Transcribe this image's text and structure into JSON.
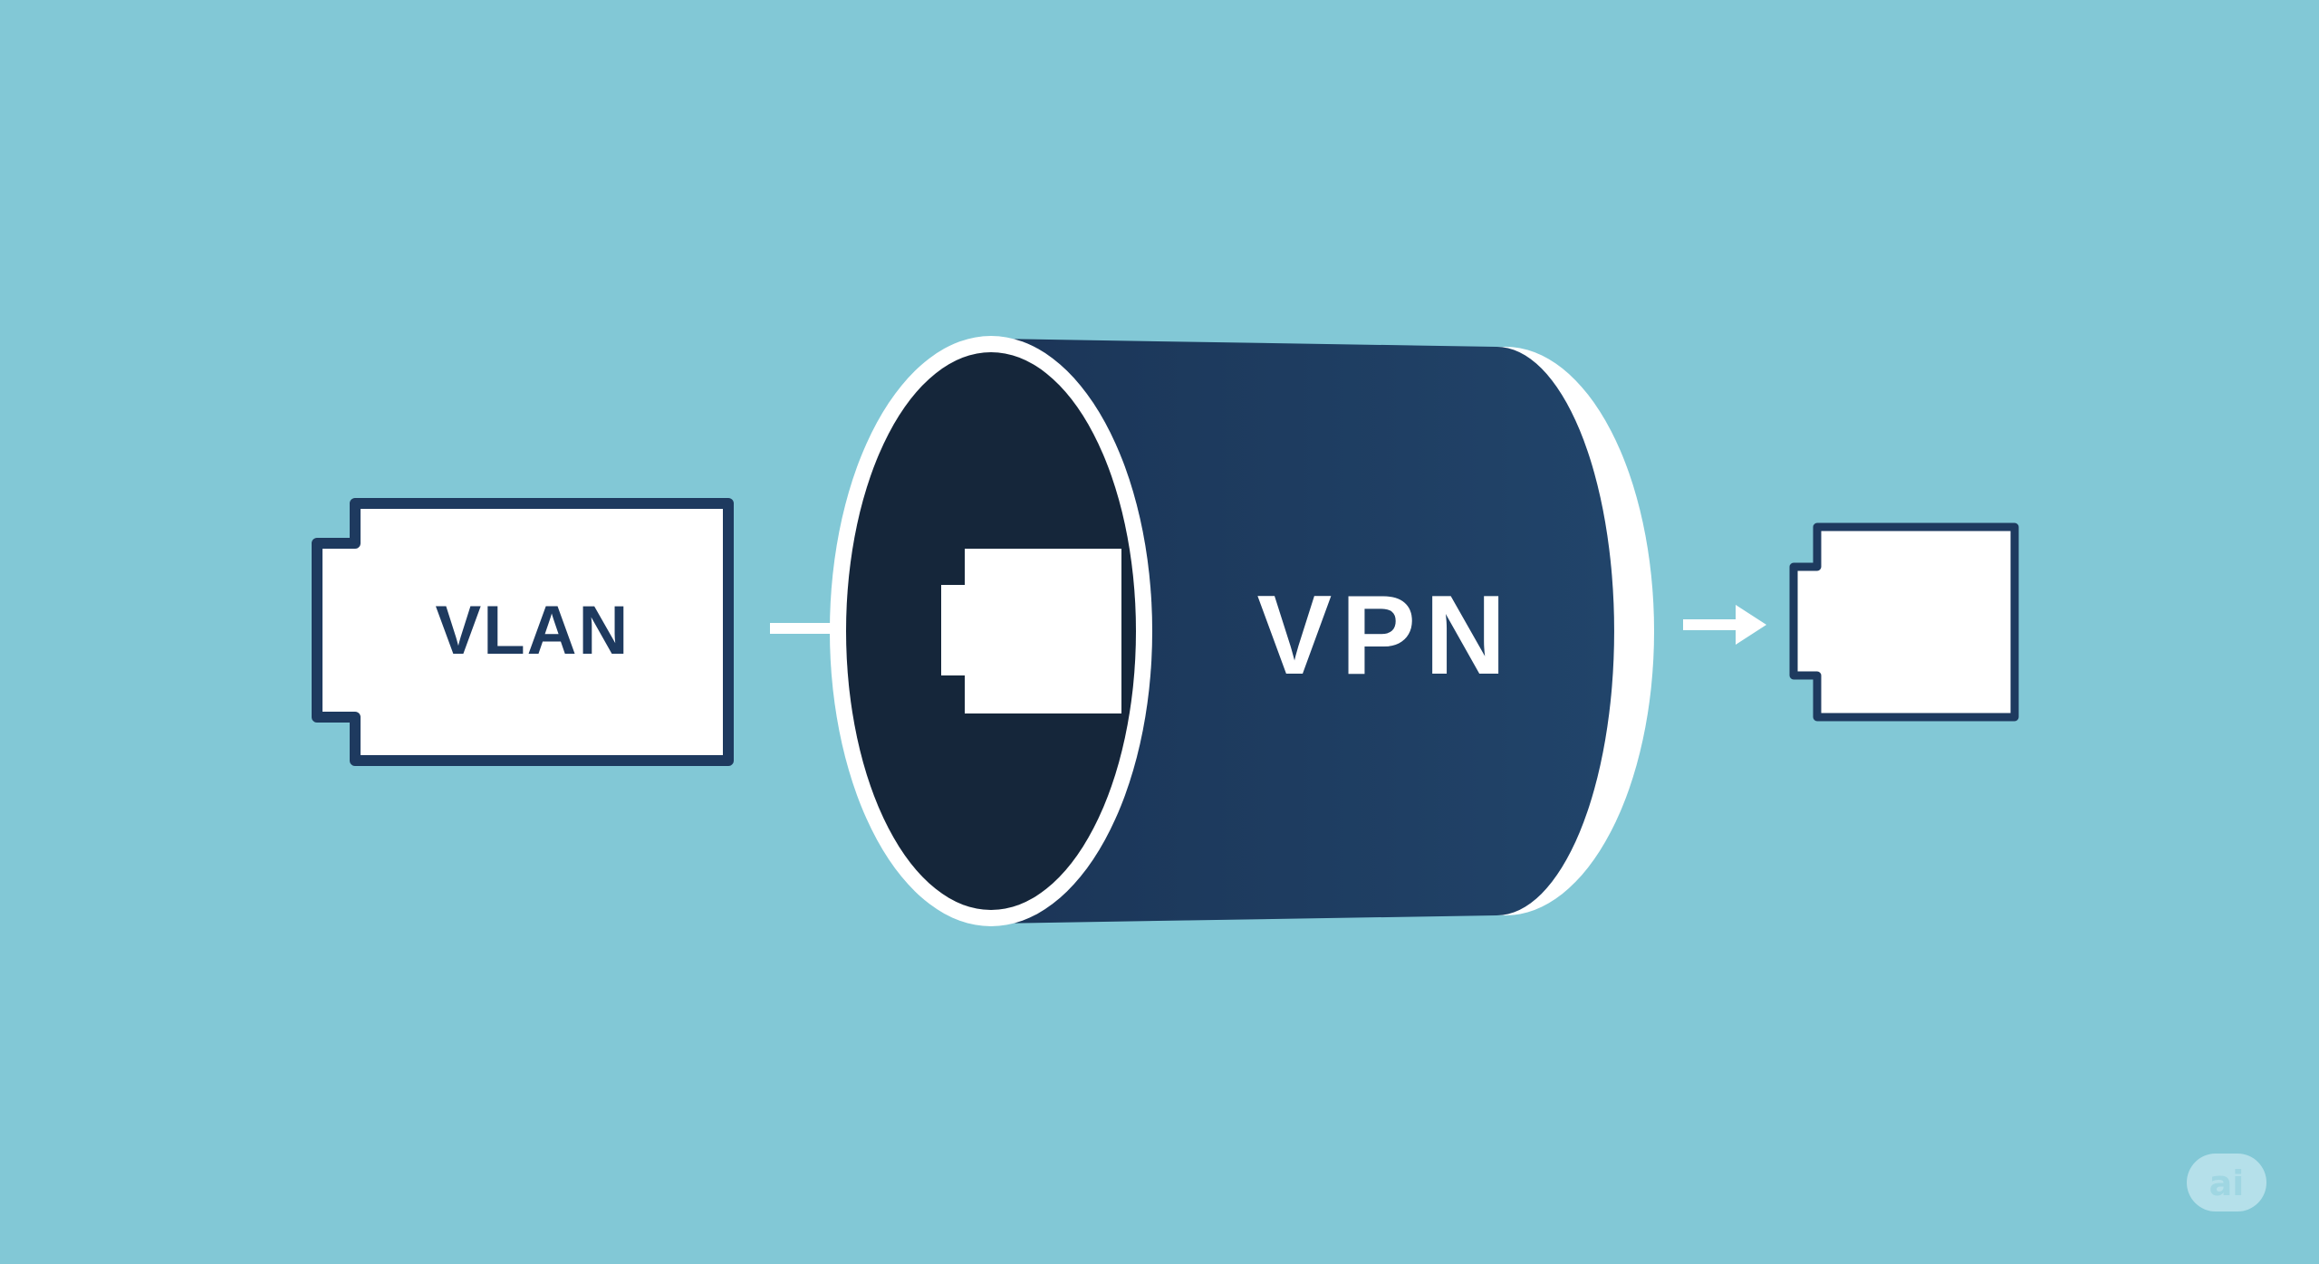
{
  "diagram": {
    "left_node_label": "VLAN",
    "tunnel_label": "VPN",
    "right_node_label": "",
    "watermark": "ai"
  },
  "colors": {
    "background": "#82c8d6",
    "node_fill": "#ffffff",
    "node_border": "#1e3a5f",
    "tunnel_body": "#1e3f63",
    "tunnel_opening": "#15263a",
    "tunnel_rim": "#ffffff",
    "arrow": "#ffffff"
  }
}
